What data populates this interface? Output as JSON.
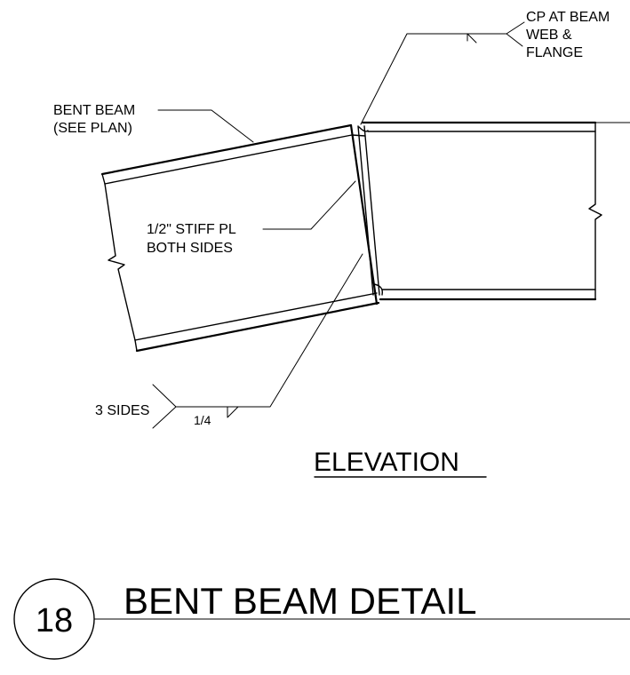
{
  "drawing": {
    "notes": {
      "cp_line1": "CP AT BEAM",
      "cp_line2": "WEB &",
      "cp_line3": "FLANGE",
      "bent_line1": "BENT BEAM",
      "bent_line2": "(SEE PLAN)",
      "stiff_line1": "1/2\" STIFF PL",
      "stiff_line2": "BOTH SIDES",
      "weld_sides": "3 SIDES",
      "weld_size": "1/4"
    },
    "view_title": "ELEVATION",
    "detail": {
      "number": "18",
      "title": "BENT BEAM DETAIL"
    }
  }
}
